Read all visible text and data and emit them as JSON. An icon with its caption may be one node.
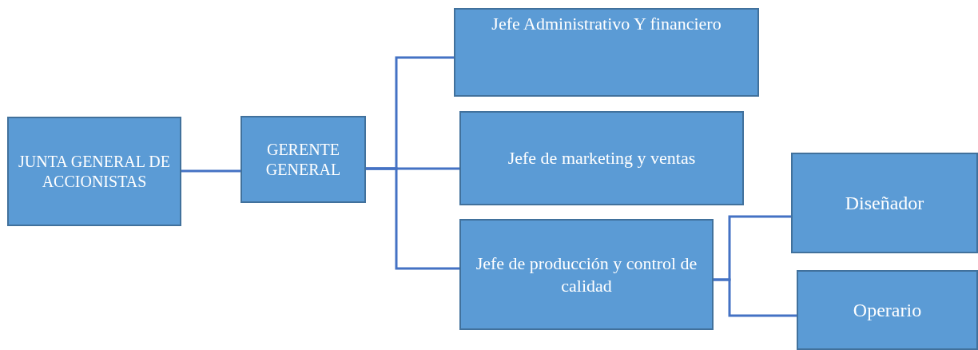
{
  "diagram": {
    "nodes": [
      {
        "text": [
          "JUNTA GENERAL DE ACCIONISTAS"
        ]
      },
      {
        "text": [
          "GERENTE GENERAL"
        ]
      },
      {
        "text": [
          "Jefe Administrativo Y financiero"
        ]
      },
      {
        "text": [
          "Jefe de marketing y ventas"
        ]
      },
      {
        "text": [
          "Jefe de producción y control de calidad"
        ]
      },
      {
        "text": [
          "Diseñador"
        ]
      },
      {
        "text": [
          "Operario"
        ]
      }
    ],
    "edges": [
      {
        "from": 0,
        "to": 1,
        "arrow": "none"
      },
      {
        "from": 1,
        "to": 2,
        "arrow": "none"
      },
      {
        "from": 1,
        "to": 3,
        "arrow": "none"
      },
      {
        "from": 1,
        "to": 4,
        "arrow": "none"
      },
      {
        "from": 4,
        "to": 5,
        "arrow": "none"
      },
      {
        "from": 4,
        "to": 6,
        "arrow": "none"
      }
    ]
  }
}
